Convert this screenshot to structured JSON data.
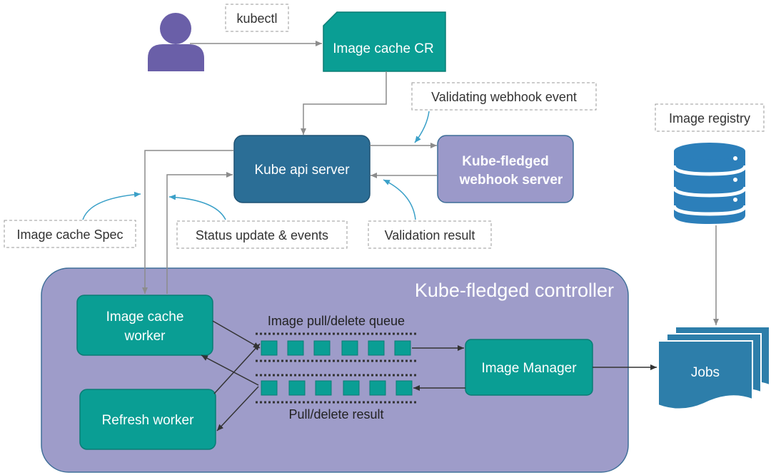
{
  "labels": {
    "kubectl": "kubectl",
    "image_cache_cr": "Image cache CR",
    "validating_webhook_event": "Validating webhook event",
    "image_registry": "Image registry",
    "kube_api_server": "Kube api server",
    "webhook_server_line1": "Kube-fledged",
    "webhook_server_line2": "webhook server",
    "image_cache_spec": "Image cache Spec",
    "status_update_events": "Status update & events",
    "validation_result": "Validation result",
    "controller_title": "Kube-fledged controller",
    "image_cache_worker_line1": "Image cache",
    "image_cache_worker_line2": "worker",
    "refresh_worker": "Refresh worker",
    "pull_delete_queue": "Image pull/delete queue",
    "pull_delete_result": "Pull/delete result",
    "image_manager": "Image Manager",
    "jobs": "Jobs"
  },
  "colors": {
    "teal": "#0a9e94",
    "teal_border": "#0b7d75",
    "api_blue": "#2b6e96",
    "webhook_purple": "#9b99c9",
    "controller_bg": "#9e9cc9",
    "controller_border": "#3e6e98",
    "user_purple": "#6a5fa8",
    "db_blue": "#2c7fba",
    "jobs_blue": "#2d7eaa",
    "arrow_gray": "#8c8c8c",
    "arrow_dark": "#333333",
    "hook_blue": "#3aa0c8"
  },
  "icons": {
    "user": "user-icon",
    "database": "database-icon",
    "documents": "documents-icon"
  }
}
